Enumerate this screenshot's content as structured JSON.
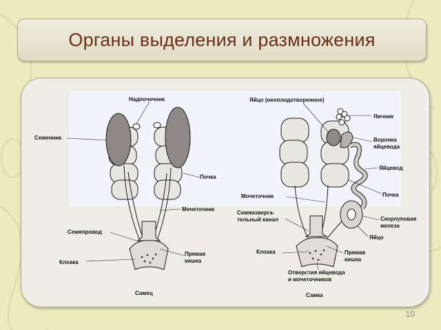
{
  "slide": {
    "title": "Органы выделения и размножения",
    "page_number": "10"
  },
  "figure": {
    "male": {
      "caption": "Самец",
      "labels": {
        "adrenal": "Надпочечник",
        "testis": "Семенник",
        "kidney": "Почка",
        "ureter": "Мочеточник",
        "vas_deferens": "Семяпровод",
        "rectum_line1": "Прямая",
        "rectum_line2": "кишка",
        "cloaca": "Клоака"
      }
    },
    "female": {
      "caption": "Самка",
      "labels": {
        "egg": "Яйцо (неоплодотворенное)",
        "ovary": "Яичник",
        "funnel_line1": "Воронка",
        "funnel_line2": "яйцевода",
        "oviduct": "Яйцевод",
        "kidney": "Почка",
        "ureter": "Мочеточник",
        "seminal_line1": "Семяизверга-",
        "seminal_line2": "тельный канал",
        "shell_gland_line1": "Скорлуповая",
        "shell_gland_line2": "железа",
        "egg2": "Яйцо",
        "cloaca": "Клоака",
        "rectum_line1": "Прямая",
        "rectum_line2": "кишка",
        "opening_line1": "Отверстия яйцевода",
        "opening_line2": "и мочеточников"
      }
    }
  }
}
